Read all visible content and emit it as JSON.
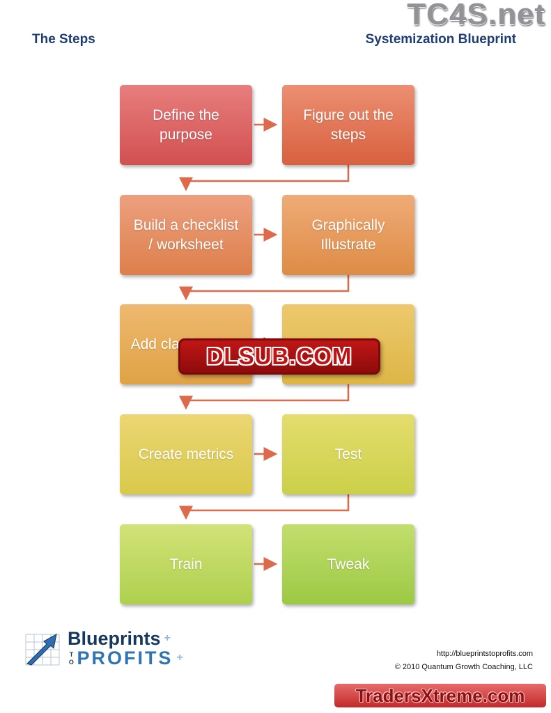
{
  "page": {
    "top_watermark": "TC4S.net",
    "title_left": "The Steps",
    "title_right": "Systemization Blueprint"
  },
  "flowchart": {
    "boxes": [
      {
        "id": "define-purpose",
        "label": "Define the purpose"
      },
      {
        "id": "figure-steps",
        "label": "Figure out the steps"
      },
      {
        "id": "build-checklist",
        "label": "Build a checklist / worksheet"
      },
      {
        "id": "graphically",
        "label": "Graphically Illustrate"
      },
      {
        "id": "add-clarifications",
        "label": "Add clarifications"
      },
      {
        "id": "add-tools",
        "label": "Add tools"
      },
      {
        "id": "create-metrics",
        "label": "Create metrics"
      },
      {
        "id": "test",
        "label": "Test"
      },
      {
        "id": "train",
        "label": "Train"
      },
      {
        "id": "tweak",
        "label": "Tweak"
      }
    ]
  },
  "watermarks": {
    "center": "DLSUB.COM",
    "bottom": "TradersXtreme.com"
  },
  "logo": {
    "word1": "Blueprints",
    "word2_vertical": "TO",
    "word3": "PROFITS",
    "plus": "+"
  },
  "footer": {
    "url": "http://blueprintstoprofits.com",
    "copyright": "© 2010 Quantum Growth Coaching, LLC"
  },
  "palette": {
    "title_color": "#1F3C75",
    "arrow_color": "#DD6A4A",
    "watermark_red": "#C01414",
    "logo_navy": "#17375E",
    "logo_blue": "#2F75B5",
    "box_gradient_tops": [
      "#E87E7E",
      "#EC8F72",
      "#EDA07F",
      "#EFAB76",
      "#EEB970",
      "#EDC96D",
      "#ECD673",
      "#E4DD6E",
      "#D2E277",
      "#C3DE6D"
    ],
    "box_gradient_bottoms": [
      "#D25050",
      "#D8603F",
      "#DD7F4B",
      "#DE8C46",
      "#DFA245",
      "#DDB646",
      "#D8C94B",
      "#CBD048",
      "#AED04E",
      "#9CC944"
    ]
  }
}
